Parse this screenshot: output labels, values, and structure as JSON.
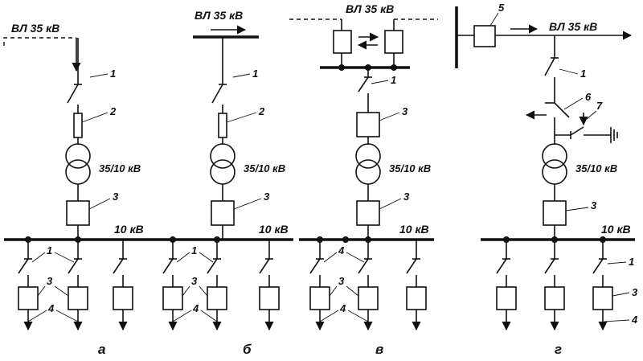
{
  "labels": {
    "line": "ВЛ 35 кВ",
    "transformer": "35/10 кВ",
    "busbar": "10 кВ",
    "n1": "1",
    "n2": "2",
    "n3": "3",
    "n4": "4",
    "n5": "5",
    "n6": "6",
    "n7": "7"
  },
  "captions": {
    "a": "а",
    "b": "б",
    "v": "в",
    "g": "г"
  }
}
